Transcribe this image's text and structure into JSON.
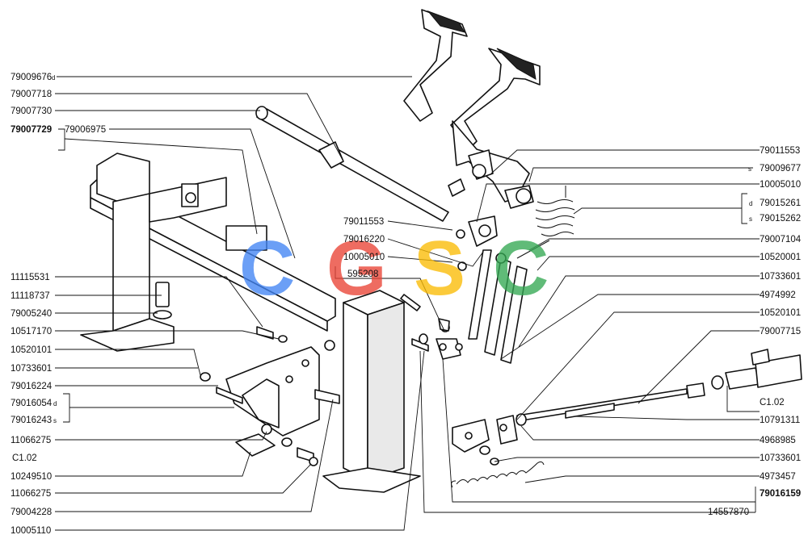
{
  "diagram": {
    "left_labels": {
      "l1": "79009676",
      "l1_suffix": "d",
      "l2": "79007718",
      "l3": "79007730",
      "l4": "79007729",
      "l4b": "79006975",
      "l5": "11115531",
      "l6": "11118737",
      "l7": "79005240",
      "l8": "10517170",
      "l9": "10520101",
      "l10": "10733601",
      "l11": "79016224",
      "l12": "79016054",
      "l12_suffix": "d",
      "l13": "79016243",
      "l13_suffix": "s",
      "l14": "11066275",
      "l15": "C1.02",
      "l16": "10249510",
      "l17": "11066275",
      "l18": "79004228",
      "l19": "10005110"
    },
    "center_labels": {
      "c1": "79011553",
      "c2": "79016220",
      "c3": "10005010",
      "c4": "595208"
    },
    "right_labels": {
      "r1": "79011553",
      "r2": "79009677",
      "r2_prefix": "s",
      "r3": "10005010",
      "r4": "79015261",
      "r4_prefix": "d",
      "r5": "79015262",
      "r5_prefix": "s",
      "r6": "79007104",
      "r7": "10520001",
      "r8": "10733601",
      "r9": "4974992",
      "r10": "10520101",
      "r11": "79007715",
      "r12": "C1.02",
      "r13": "10791311",
      "r14": "4968985",
      "r15": "10733601",
      "r16": "4973457",
      "r17": "79016159",
      "r18": "14557870"
    },
    "watermark": {
      "letters": [
        "C",
        "G",
        "S",
        "C"
      ],
      "colors": [
        "#4285f4",
        "#ea4335",
        "#fbbc05",
        "#34a853"
      ]
    }
  }
}
